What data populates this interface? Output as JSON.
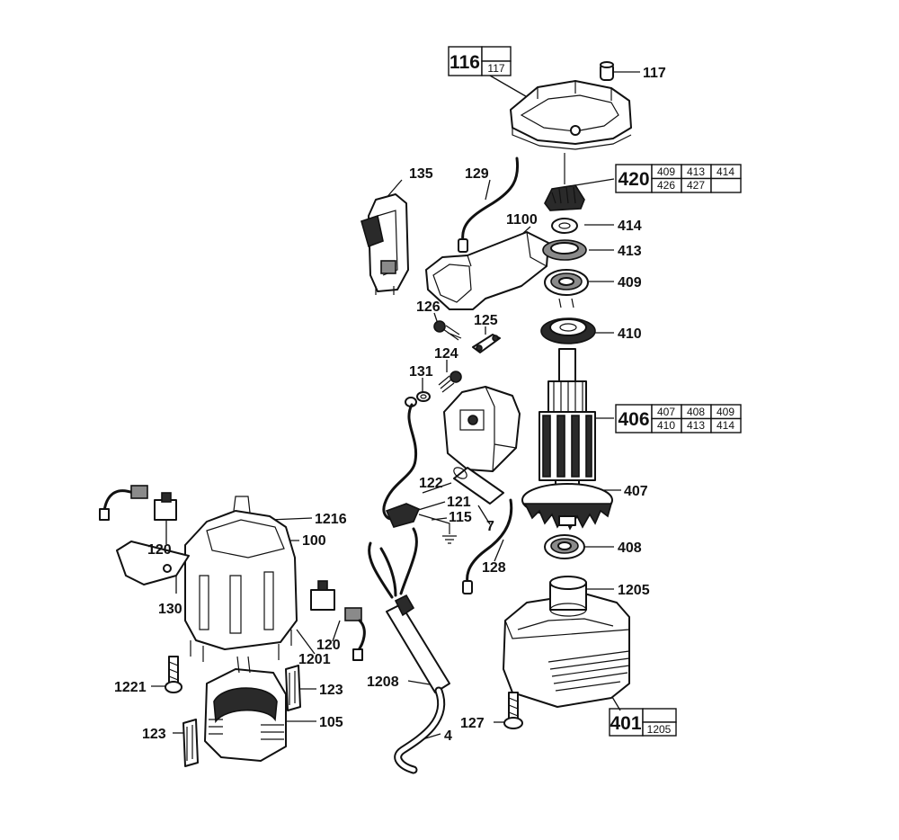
{
  "labels": {
    "l117": "117",
    "l135": "135",
    "l129": "129",
    "l1100": "1100",
    "l414": "414",
    "l413": "413",
    "l409": "409",
    "l126": "126",
    "l125": "125",
    "l410": "410",
    "l124": "124",
    "l131": "131",
    "l407": "407",
    "l122": "122",
    "l121": "121",
    "l115": "115",
    "l7": "7",
    "l408": "408",
    "l1216": "1216",
    "l100": "100",
    "l128": "128",
    "l1205": "1205",
    "l120a": "120",
    "l130": "130",
    "l120b": "120",
    "l1201": "1201",
    "l1221": "1221",
    "l123a": "123",
    "l1208": "1208",
    "l127": "127",
    "l105": "105",
    "l123b": "123",
    "l4": "4"
  },
  "kits": {
    "k116": {
      "main": "116",
      "cells": [
        "117"
      ]
    },
    "k420": {
      "main": "420",
      "cells": [
        "409",
        "413",
        "414",
        "426",
        "427",
        ""
      ]
    },
    "k406": {
      "main": "406",
      "cells": [
        "407",
        "408",
        "409",
        "410",
        "413",
        "414"
      ]
    },
    "k401": {
      "main": "401",
      "cells": [
        "1205"
      ]
    }
  }
}
